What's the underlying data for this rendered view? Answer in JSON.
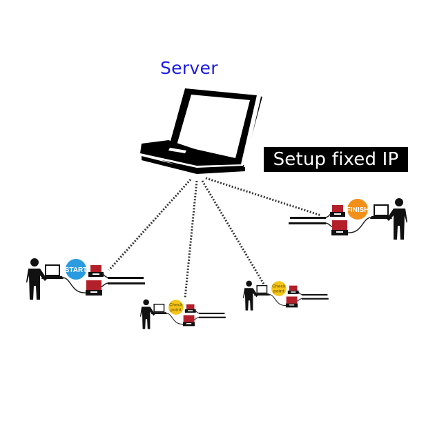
{
  "server": {
    "label": "Server",
    "label_color": "#1a1ae6",
    "icon": "laptop-icon"
  },
  "setup_label": "Setup fixed IP",
  "stations": [
    {
      "id": "start",
      "label": "START",
      "label_lines": [
        "START"
      ],
      "badge_color": "#2b9be0",
      "text_color": "#ffffff"
    },
    {
      "id": "checkpoint-1",
      "label": "Check point",
      "label_lines": [
        "Check",
        "point"
      ],
      "badge_color": "#f5c518",
      "text_color": "#8a6a00"
    },
    {
      "id": "checkpoint-2",
      "label": "Check point",
      "label_lines": [
        "Check",
        "point"
      ],
      "badge_color": "#f5c518",
      "text_color": "#8a6a00"
    },
    {
      "id": "finish",
      "label": "FINISH",
      "label_lines": [
        "FINISH"
      ],
      "badge_color": "#f39019",
      "text_color": "#ffffff"
    }
  ],
  "connections": [
    {
      "from": "server",
      "to": "start",
      "style": "dotted"
    },
    {
      "from": "server",
      "to": "checkpoint-1",
      "style": "dotted"
    },
    {
      "from": "server",
      "to": "checkpoint-2",
      "style": "dotted"
    },
    {
      "from": "server",
      "to": "finish",
      "style": "dotted"
    }
  ],
  "colors": {
    "device_red": "#b3202a",
    "line": "#222222"
  }
}
